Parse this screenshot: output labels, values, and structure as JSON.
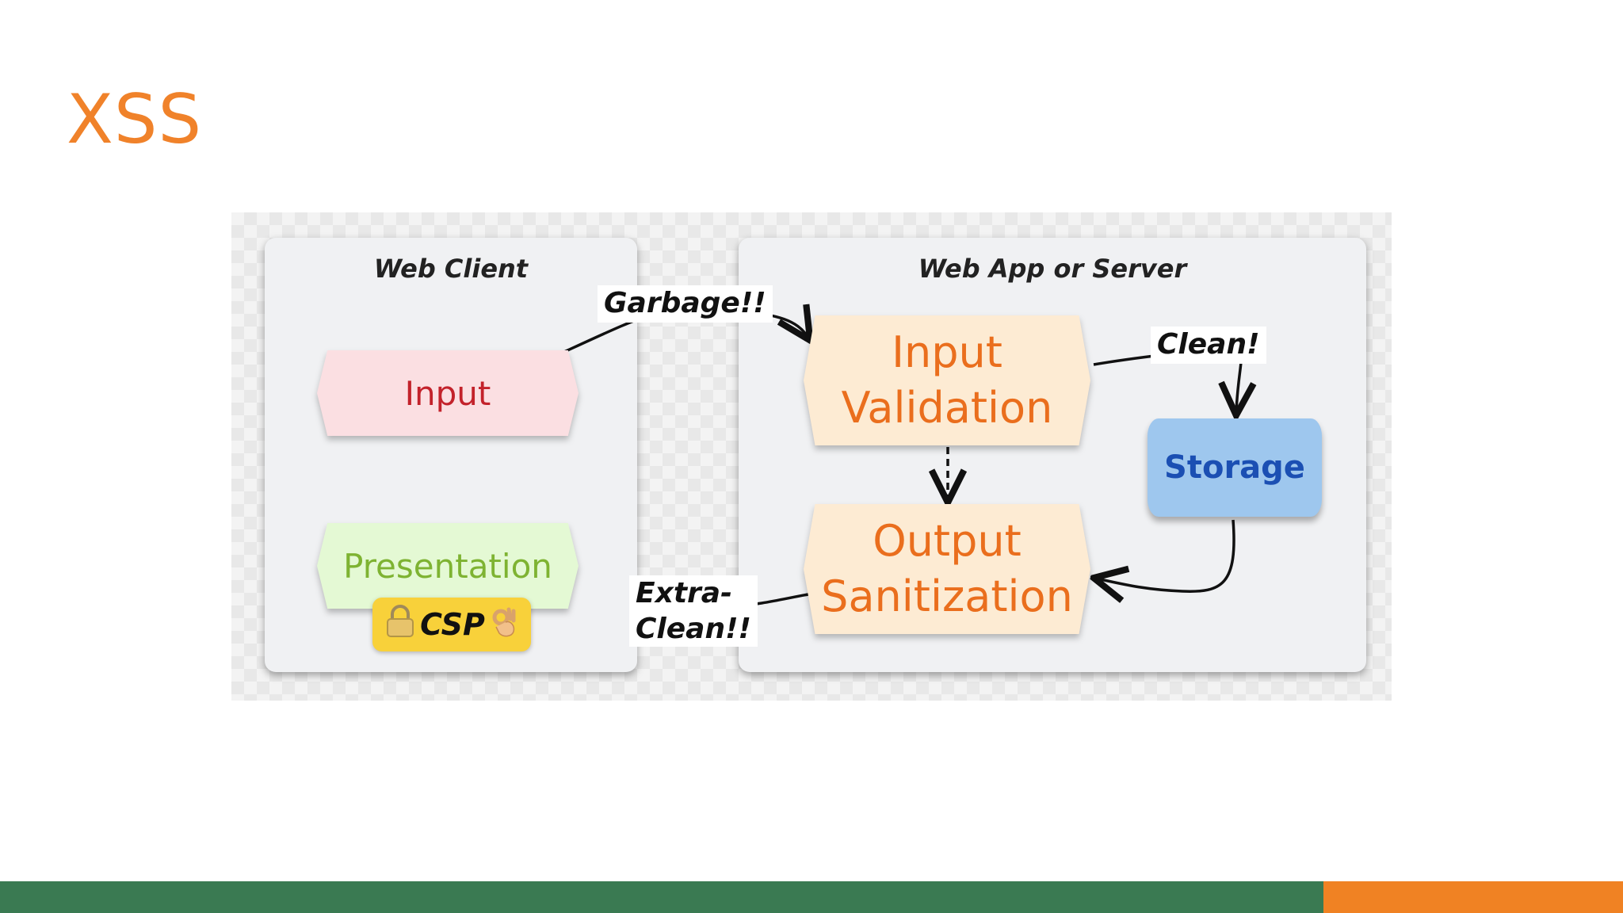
{
  "slide": {
    "title": "XSS"
  },
  "diagram": {
    "client_panel_title": "Web Client",
    "server_panel_title": "Web App or Server",
    "input_label": "Input",
    "presentation_label": "Presentation",
    "csp_label": "CSP",
    "validation_line1": "Input",
    "validation_line2": "Validation",
    "output_line1": "Output",
    "output_line2": "Sanitization",
    "storage_label": "Storage",
    "garbage_label": "Garbage!!",
    "clean_label": "Clean!",
    "extra_clean_line1": "Extra-",
    "extra_clean_line2": "Clean!!",
    "icons": [
      "lock-icon",
      "ok-hand-icon"
    ]
  },
  "colors": {
    "title": "#f0822a",
    "bar_green": "#3a7a52",
    "bar_orange": "#f08223",
    "input_fill": "#fbdfe2",
    "input_text": "#c3222b",
    "presentation_fill": "#e4f9d4",
    "presentation_text": "#7eb332",
    "process_fill": "#fdebd3",
    "process_text": "#ea6e1d",
    "storage_fill": "#9ec7ee",
    "storage_text": "#1b4fb3"
  }
}
